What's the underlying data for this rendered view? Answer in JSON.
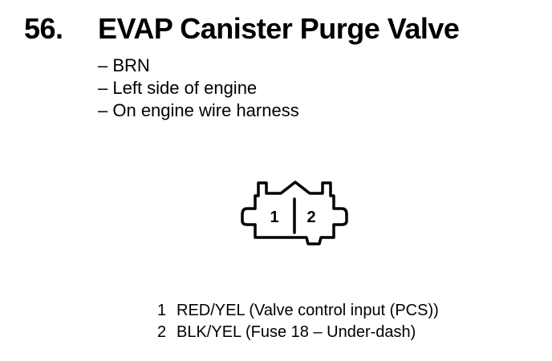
{
  "document": {
    "number": "56.",
    "title": "EVAP Canister Purge Valve",
    "details": [
      "BRN",
      "Left side of engine",
      "On engine wire harness"
    ],
    "connector": {
      "pins": [
        "1",
        "2"
      ]
    },
    "pinouts": [
      {
        "pin": "1",
        "description": "RED/YEL (Valve control input (PCS))"
      },
      {
        "pin": "2",
        "description": "BLK/YEL (Fuse 18 – Under-dash)"
      }
    ]
  }
}
